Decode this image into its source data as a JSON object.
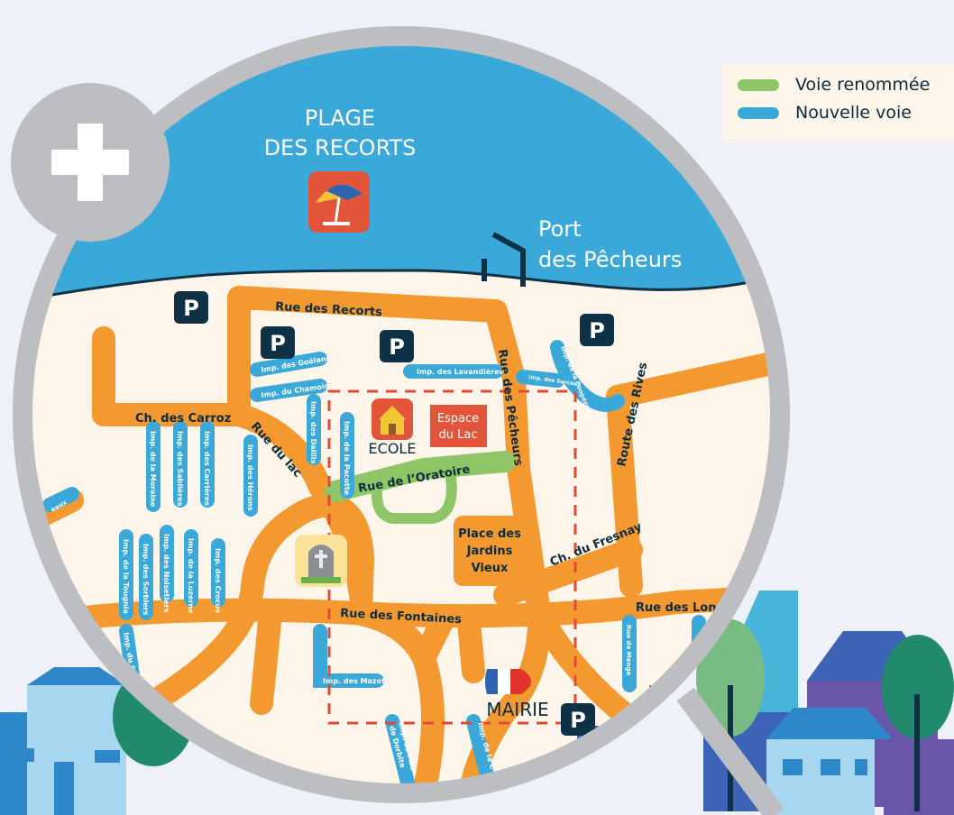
{
  "colors": {
    "background": "#eef1f9",
    "sea": "#3aa8d8",
    "land": "#fdf5ea",
    "road_main": "#f3992f",
    "road_renamed": "#8ec667",
    "road_new": "#3aa8d8",
    "lens_ring": "#bcbec1",
    "parking": "#0f3146",
    "perimeter": "#e04a38",
    "text_dark": "#0b2c3d",
    "text_white": "#ffffff"
  },
  "legend": {
    "renamed_label": "Voie renommée",
    "new_label": "Nouvelle voie"
  },
  "zoom_button": {
    "icon": "plus-icon"
  },
  "labels": {
    "beach_line1": "PLAGE",
    "beach_line2": "DES RECORTS",
    "port_line1": "Port",
    "port_line2": "des Pêcheurs",
    "school": "ECOLE",
    "espace_line1": "Espace",
    "espace_line2": "du Lac",
    "mairie": "MAIRIE",
    "place_line1": "Place des",
    "place_line2": "Jardins",
    "place_line3": "Vieux",
    "parking": "P"
  },
  "streets": {
    "rue_des_recorts": "Rue des Recorts",
    "rue_des_pecheurs": "Rue des Pêcheurs",
    "ch_des_carroz": "Ch. des Carroz",
    "rue_du_lac": "Rue du lac",
    "rue_de_loratoire": "Rue de l’Oratoire",
    "route_des_rives": "Route des Rives",
    "ch_du_fresnay": "Ch. du Fresnay",
    "rue_des_fontaines": "Rue des Fontaines",
    "rue_des_long": "Rue des Long",
    "imp_des_goelands": "Imp. des Goëlands",
    "imp_du_chamois": "Imp. du Chamois",
    "imp_des_lavandieres": "Imp. des Lavandières",
    "imp_des_sarcaux": "Imp. des Sarcaux",
    "imp_de_la_cooperative": "Imp. de la Coopérative",
    "imp_des_dailli": "Imp. des Daillis",
    "imp_de_la_pacotte": "Imp. de la Pacotte",
    "imp_de_la_moraine": "Imp. de la Moraine",
    "imp_des_sablieres": "Imp. des Sablières",
    "imp_des_carrieres": "Imp. des Carrières",
    "imp_des_herons": "Imp. des Hérons",
    "imp_de_la_tougnia": "Imp. de la Tougnia",
    "imp_des_sorbiers": "Imp. des Sorbiers",
    "imp_des_noisetiers": "Imp. des Noisetiers",
    "imp_de_la_luzerne": "Imp. de la Luzerne",
    "imp_des_crocus": "Imp. des Crocus",
    "imp_des_mazots": "Imp. des Mazots",
    "rue_de_menge": "Rue de Menge",
    "imp_du_mas_de_dorbite_1": "Imp. du Mas",
    "imp_du_mas_de_dorbite_2": "de Dorbite",
    "imp_de_la_c": "Imp. de la C",
    "imp_du_s": "Imp. du S",
    "eaux": "eaux"
  }
}
